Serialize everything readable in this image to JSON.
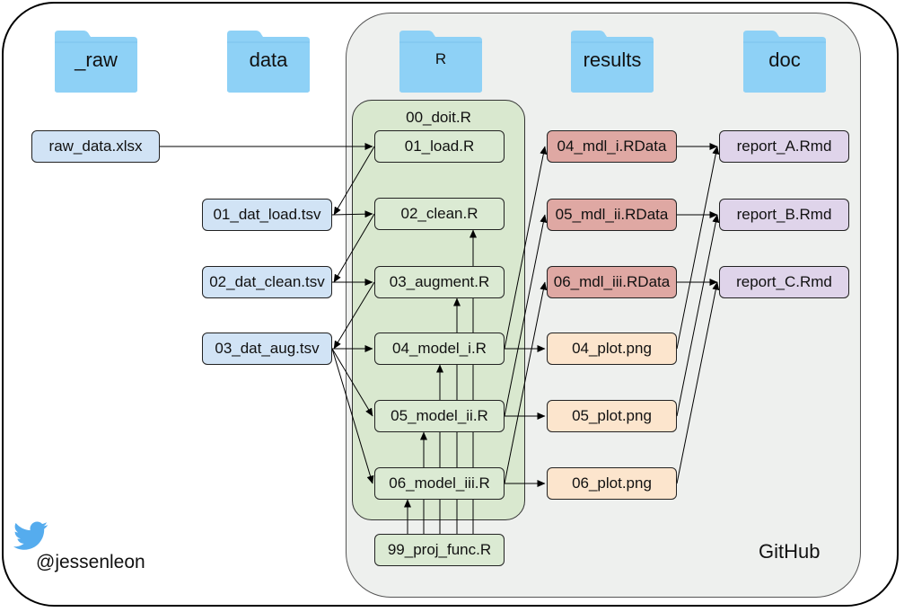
{
  "folders": [
    {
      "id": "raw",
      "label": "_raw"
    },
    {
      "id": "data",
      "label": "data"
    },
    {
      "id": "r",
      "label": "R"
    },
    {
      "id": "results",
      "label": "results"
    },
    {
      "id": "doc",
      "label": "doc"
    }
  ],
  "group": {
    "label": "00_doit.R"
  },
  "github": {
    "label": "GitHub"
  },
  "credit": {
    "handle": "@jessenleon"
  },
  "colors": {
    "folder": "#8ed1f6",
    "input": "#d1e3f5",
    "script": "#dbead3",
    "model_data": "#dfa8a3",
    "plot": "#fce5cd",
    "report": "#dfd4ea",
    "twitter": "#55acee"
  },
  "nodes": [
    {
      "id": "raw_data",
      "label": "raw_data.xlsx",
      "kind": "blue"
    },
    {
      "id": "dat_load",
      "label": "01_dat_load.tsv",
      "kind": "blue"
    },
    {
      "id": "dat_clean",
      "label": "02_dat_clean.tsv",
      "kind": "blue"
    },
    {
      "id": "dat_aug",
      "label": "03_dat_aug.tsv",
      "kind": "blue"
    },
    {
      "id": "load",
      "label": "01_load.R",
      "kind": "green"
    },
    {
      "id": "clean",
      "label": "02_clean.R",
      "kind": "green"
    },
    {
      "id": "augment",
      "label": "03_augment.R",
      "kind": "green"
    },
    {
      "id": "model_i",
      "label": "04_model_i.R",
      "kind": "green"
    },
    {
      "id": "model_ii",
      "label": "05_model_ii.R",
      "kind": "green"
    },
    {
      "id": "model_iii",
      "label": "06_model_iii.R",
      "kind": "green"
    },
    {
      "id": "proj_func",
      "label": "99_proj_func.R",
      "kind": "green"
    },
    {
      "id": "mdl_i",
      "label": "04_mdl_i.RData",
      "kind": "red"
    },
    {
      "id": "mdl_ii",
      "label": "05_mdl_ii.RData",
      "kind": "red"
    },
    {
      "id": "mdl_iii",
      "label": "06_mdl_iii.RData",
      "kind": "red"
    },
    {
      "id": "plot_04",
      "label": "04_plot.png",
      "kind": "orange"
    },
    {
      "id": "plot_05",
      "label": "05_plot.png",
      "kind": "orange"
    },
    {
      "id": "plot_06",
      "label": "06_plot.png",
      "kind": "orange"
    },
    {
      "id": "report_a",
      "label": "report_A.Rmd",
      "kind": "purple"
    },
    {
      "id": "report_b",
      "label": "report_B.Rmd",
      "kind": "purple"
    },
    {
      "id": "report_c",
      "label": "report_C.Rmd",
      "kind": "purple"
    }
  ],
  "edges": [
    {
      "from": "raw_data",
      "to": "load"
    },
    {
      "from": "load",
      "to": "dat_load"
    },
    {
      "from": "dat_load",
      "to": "clean"
    },
    {
      "from": "clean",
      "to": "dat_clean"
    },
    {
      "from": "dat_clean",
      "to": "augment"
    },
    {
      "from": "augment",
      "to": "dat_aug"
    },
    {
      "from": "dat_aug",
      "to": "model_i"
    },
    {
      "from": "dat_aug",
      "to": "model_ii"
    },
    {
      "from": "dat_aug",
      "to": "model_iii"
    },
    {
      "from": "model_i",
      "to": "mdl_i"
    },
    {
      "from": "model_i",
      "to": "plot_04"
    },
    {
      "from": "model_ii",
      "to": "mdl_ii"
    },
    {
      "from": "model_ii",
      "to": "plot_05"
    },
    {
      "from": "model_iii",
      "to": "mdl_iii"
    },
    {
      "from": "model_iii",
      "to": "plot_06"
    },
    {
      "from": "mdl_i",
      "to": "report_a"
    },
    {
      "from": "mdl_ii",
      "to": "report_b"
    },
    {
      "from": "mdl_iii",
      "to": "report_c"
    },
    {
      "from": "plot_04",
      "to": "report_a"
    },
    {
      "from": "plot_05",
      "to": "report_b"
    },
    {
      "from": "plot_06",
      "to": "report_c"
    },
    {
      "from": "proj_func",
      "to": "clean"
    },
    {
      "from": "proj_func",
      "to": "augment"
    },
    {
      "from": "proj_func",
      "to": "model_i"
    },
    {
      "from": "proj_func",
      "to": "model_ii"
    },
    {
      "from": "proj_func",
      "to": "model_iii"
    }
  ]
}
